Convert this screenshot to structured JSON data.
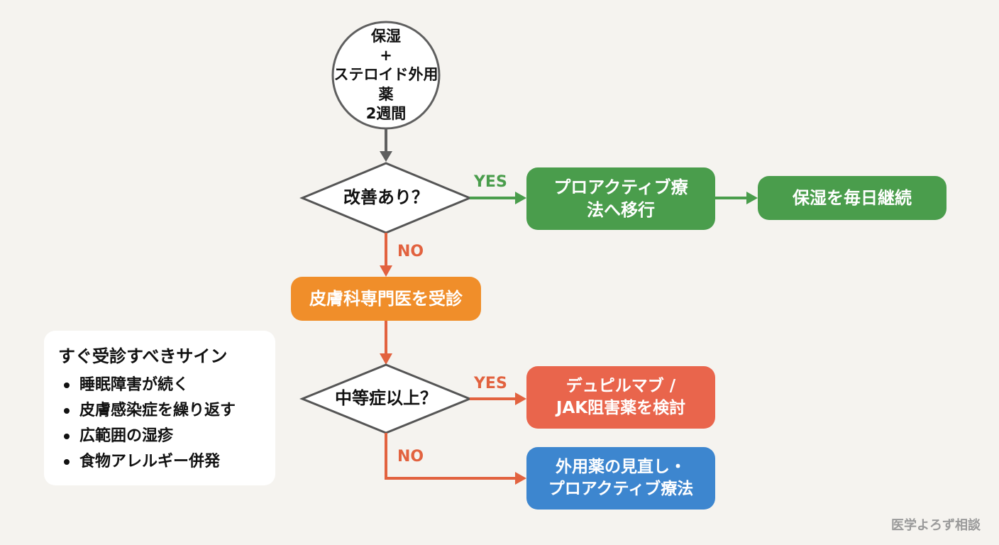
{
  "colors": {
    "gray": "#5f5f5f",
    "green": "#4a9d4c",
    "orange": "#f08e2a",
    "red": "#e9654c",
    "blue": "#3d86cf",
    "red_arrow": "#e2623f"
  },
  "start": {
    "lines": [
      "保湿",
      "+",
      "ステロイド外用薬",
      "2週間"
    ]
  },
  "decision1": {
    "label": "改善あり？"
  },
  "decision2": {
    "label": "中等症以上？"
  },
  "edges": {
    "yes1": "YES",
    "no1": "NO",
    "yes2": "YES",
    "no2": "NO"
  },
  "boxes": {
    "proactive": {
      "lines": [
        "プロアクティブ療",
        "法へ移行"
      ]
    },
    "moisturize": {
      "lines": [
        "保湿を毎日継続"
      ]
    },
    "dermatologist": {
      "lines": [
        "皮膚科専門医を受診"
      ]
    },
    "dupilumab": {
      "lines": [
        "デュピルマブ /",
        "JAK阻害薬を検討"
      ]
    },
    "review": {
      "lines": [
        "外用薬の見直し・",
        "プロアクティブ療法"
      ]
    }
  },
  "signs": {
    "title": "すぐ受診すべきサイン",
    "items": [
      "睡眠障害が続く",
      "皮膚感染症を繰り返す",
      "広範囲の湿疹",
      "食物アレルギー併発"
    ]
  },
  "watermark": "医学よろず相談"
}
